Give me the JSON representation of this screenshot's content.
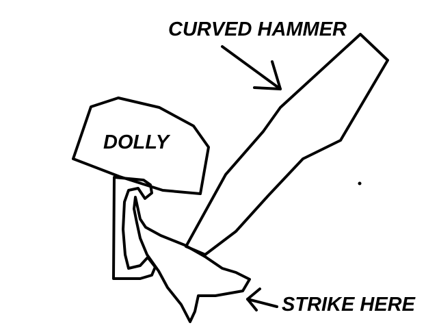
{
  "labels": {
    "curved_hammer": "CURVED HAMMER",
    "dolly": "DOLLY",
    "strike_here": "STRIKE HERE"
  },
  "colors": {
    "ink": "#000000",
    "background": "#ffffff"
  }
}
